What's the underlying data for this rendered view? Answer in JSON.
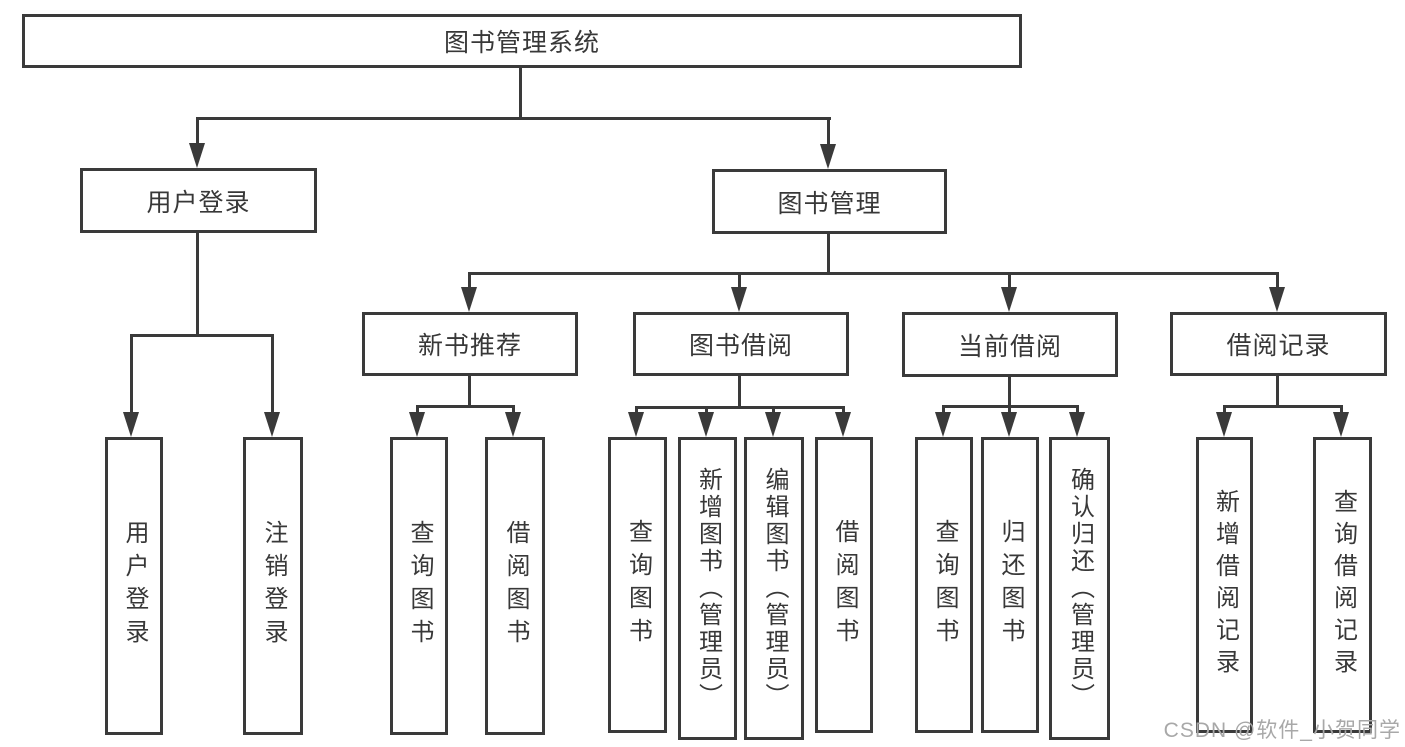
{
  "diagram": {
    "root": {
      "label": "图书管理系统"
    },
    "level2": [
      {
        "label": "用户登录"
      },
      {
        "label": "图书管理"
      }
    ],
    "level3": [
      {
        "label": "新书推荐"
      },
      {
        "label": "图书借阅"
      },
      {
        "label": "当前借阅"
      },
      {
        "label": "借阅记录"
      }
    ],
    "leaves": {
      "user_login": [
        "用户登录",
        "注销登录"
      ],
      "new_book": [
        "查询图书",
        "借阅图书"
      ],
      "book_borrow": [
        "查询图书",
        "新增图书（管理员）",
        "编辑图书（管理员）",
        "借阅图书"
      ],
      "current_borrow": [
        "查询图书",
        "归还图书",
        "确认归还（管理员）"
      ],
      "borrow_record": [
        "新增借阅记录",
        "查询借阅记录"
      ]
    },
    "colors": {
      "line": "#3a3a3a",
      "text": "#383838",
      "background": "#ffffff",
      "watermark_color": "#a8a8a8"
    },
    "watermark": "CSDN @软件_小贺同学"
  }
}
